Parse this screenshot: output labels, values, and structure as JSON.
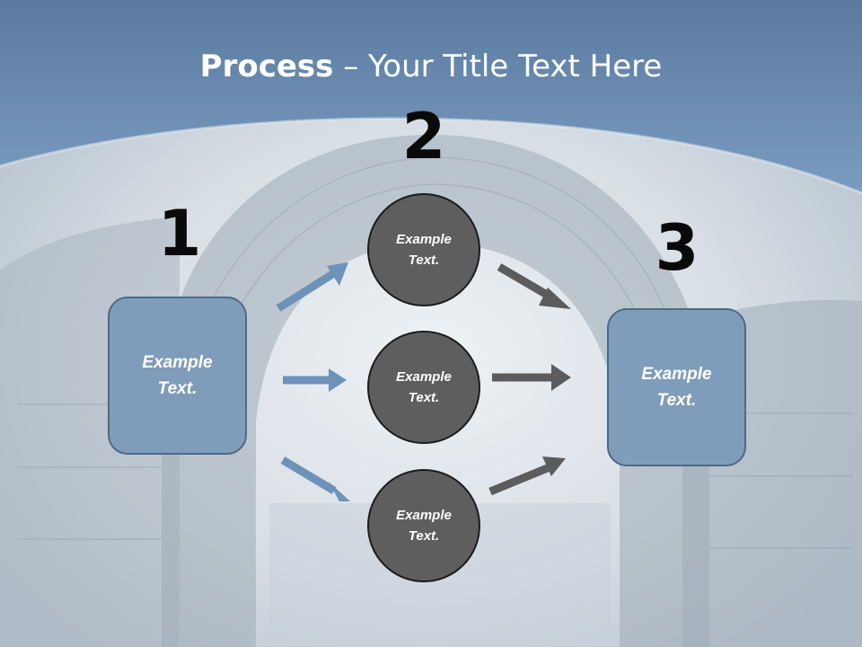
{
  "slide": {
    "title_bold": "Process",
    "title_separator": " – ",
    "title_rest": "Your Title Text Here",
    "steps": [
      {
        "number": "1",
        "text": "Example Text."
      },
      {
        "number": "2",
        "text": "Example Text."
      },
      {
        "number": "3",
        "text": "Example Text."
      }
    ],
    "circles": [
      {
        "text": "Example Text."
      },
      {
        "text": "Example Text."
      },
      {
        "text": "Example Text."
      }
    ]
  },
  "colors": {
    "header_band": "#6b8db3",
    "step_box": "#7f9cba",
    "circle": "#5e5e5e",
    "arrow_light": "#6e92b8",
    "arrow_dark": "#5c5c5c"
  }
}
